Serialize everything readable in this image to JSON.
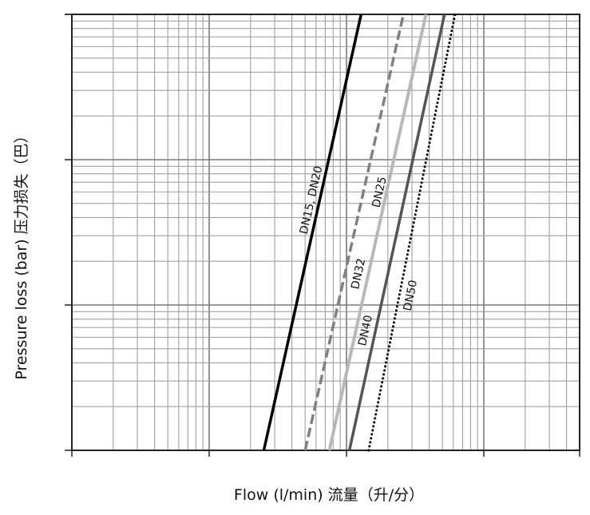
{
  "chart_data": {
    "type": "line",
    "x_scale": "log",
    "y_scale": "log",
    "xlabel": "Flow (l/min) 流量（升/分）",
    "ylabel": "Pressure loss (bar) 压力损失（巴）",
    "xlim": [
      1,
      10000
    ],
    "ylim": [
      0.001,
      10
    ],
    "grid": true,
    "series": [
      {
        "name": "DN15, DN20",
        "color": "#000000",
        "dash": "solid",
        "width": 3.5,
        "x": [
          25,
          220
        ],
        "y": [
          0.001,
          10
        ]
      },
      {
        "name": "DN25",
        "color": "#808080",
        "dash": "dashed",
        "width": 3.5,
        "x": [
          50,
          450
        ],
        "y": [
          0.001,
          10
        ]
      },
      {
        "name": "DN32",
        "color": "#b8b8b8",
        "dash": "solid",
        "width": 4,
        "x": [
          75,
          650
        ],
        "y": [
          0.001,
          10
        ]
      },
      {
        "name": "DN40",
        "color": "#555555",
        "dash": "solid",
        "width": 3.5,
        "x": [
          105,
          880
        ],
        "y": [
          0.001,
          10
        ]
      },
      {
        "name": "DN50",
        "color": "#000000",
        "dash": "dotted",
        "width": 3,
        "x": [
          145,
          1000
        ],
        "y": [
          0.001,
          10
        ]
      }
    ]
  }
}
